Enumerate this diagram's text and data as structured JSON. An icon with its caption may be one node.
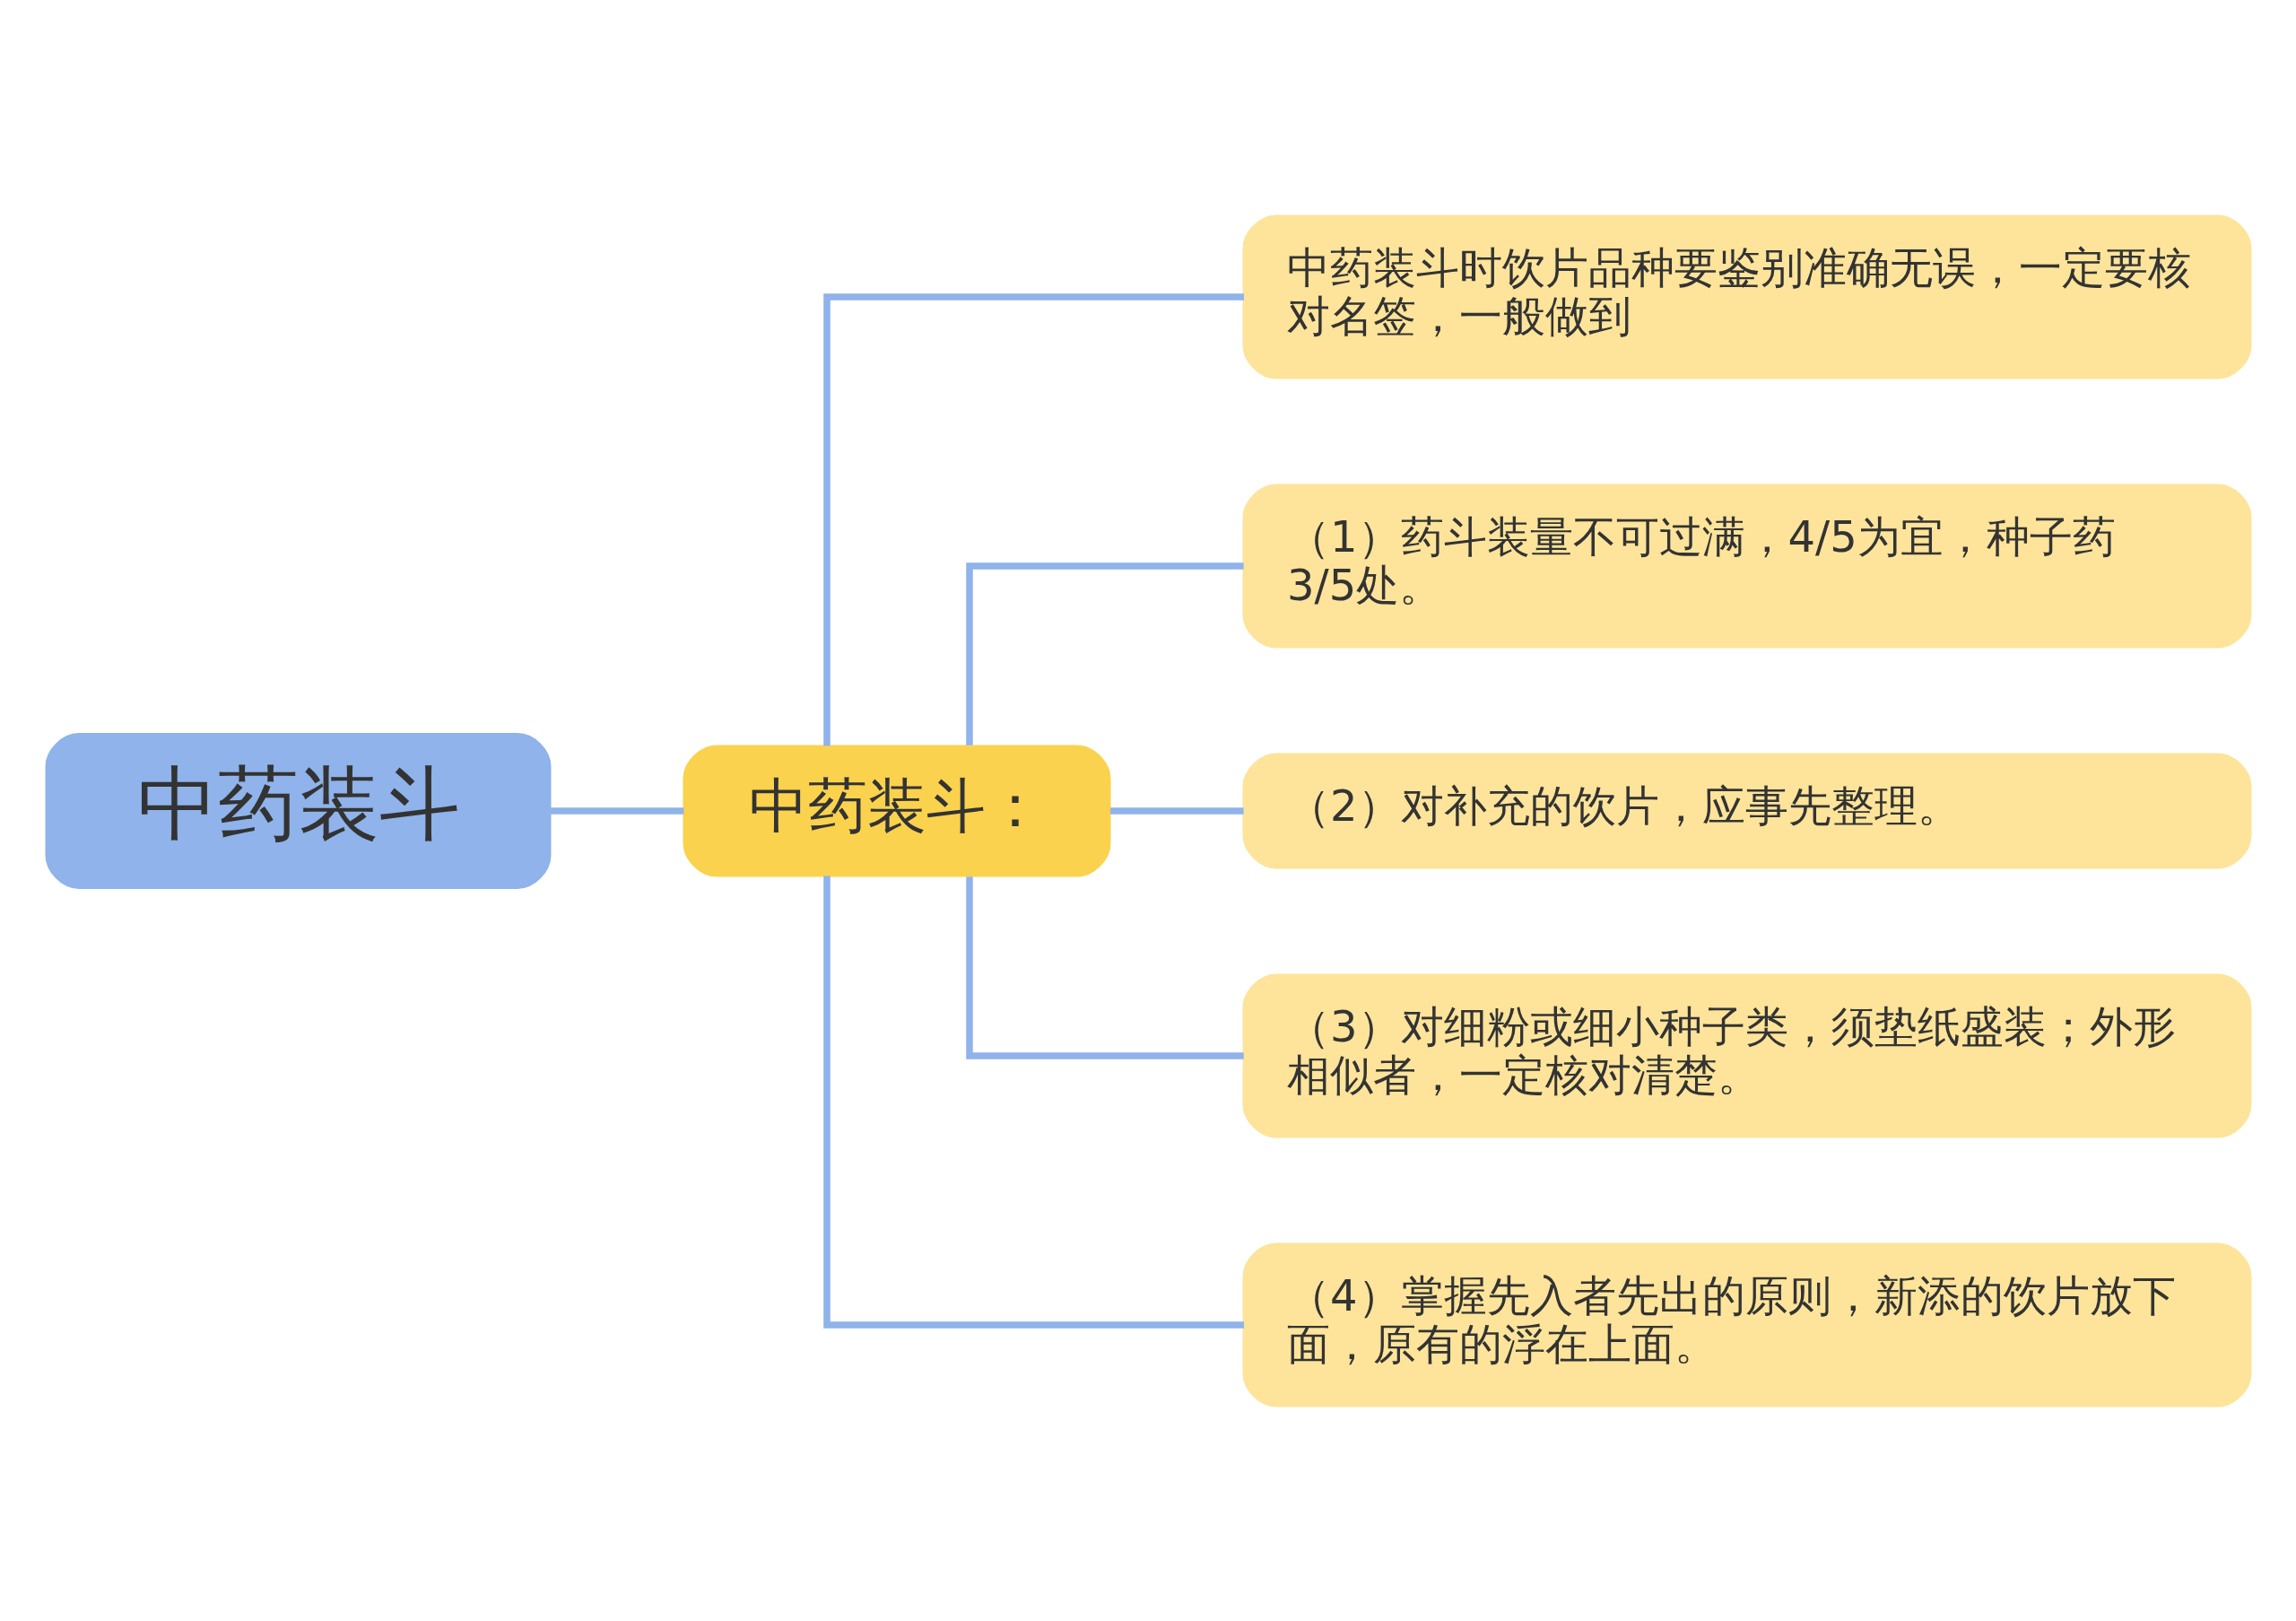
{
  "diagram": {
    "nodes": [
      {
        "text": [
          "中药装斗"
        ]
      },
      {
        "text": [
          "中药装斗："
        ]
      },
      {
        "text": [
          "中药装斗时饮片品种要鉴别准确无误，一定要核对名签，一般做到"
        ]
      },
      {
        "text": [
          "（1）药斗装量不可过满，4/5为宜，种子药3/5处。"
        ]
      },
      {
        "text": [
          "（2）对补充的饮片，应事先整理。"
        ]
      },
      {
        "text": [
          "（3）对细粉或细小种子类，须垫纸盛装；外形相似者，一定核对清楚。"
        ]
      },
      {
        "text": [
          "（4）掌握先入者先出的原则，新添的饮片放下面，原有的浮在上面。"
        ]
      }
    ],
    "edges": [
      {
        "from": 0,
        "to": 1,
        "arrow": "none"
      },
      {
        "from": 1,
        "to": 2,
        "arrow": "none"
      },
      {
        "from": 1,
        "to": 3,
        "arrow": "none"
      },
      {
        "from": 1,
        "to": 4,
        "arrow": "none"
      },
      {
        "from": 1,
        "to": 5,
        "arrow": "none"
      },
      {
        "from": 1,
        "to": 6,
        "arrow": "none"
      }
    ]
  }
}
